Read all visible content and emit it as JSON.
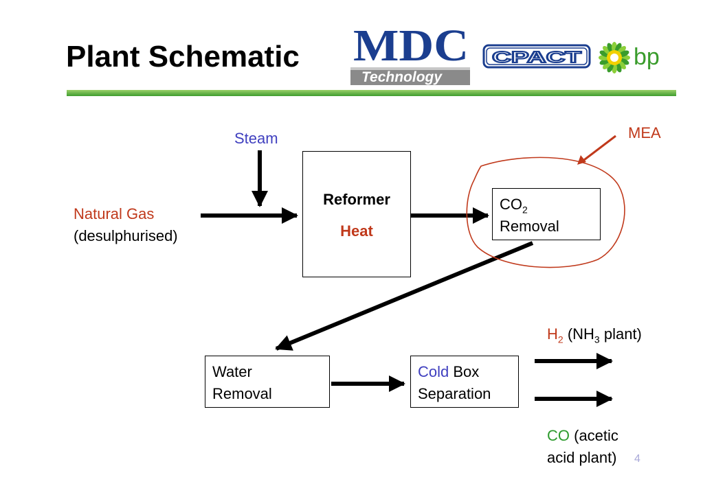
{
  "title": "Plant Schematic",
  "logos": {
    "mdc_top": "MDC",
    "mdc_bottom": "Technology",
    "cpact": "CPACT",
    "bp": "bp"
  },
  "colors": {
    "blue_label": "#3f3fbf",
    "red_label": "#c0391b",
    "green_label": "#2e9b2e",
    "mea_circle": "#c0391b",
    "logo_navy": "#1b3e8f",
    "bp_green": "#3a9c2c",
    "bp_yellow": "#f2d100"
  },
  "nodes": {
    "steam": "Steam",
    "natural_gas": "Natural Gas",
    "desulphurised": "(desulphurised)",
    "reformer": "Reformer",
    "heat": "Heat",
    "co2": "CO",
    "co2_sub": "2",
    "co2_removal": "Removal",
    "mea": "MEA",
    "water": "Water",
    "water_removal": "Removal",
    "cold": "Cold",
    "box": "Box",
    "separation": "Separation",
    "h2": "H",
    "h2_sub": "2",
    "nh3_open": "(NH",
    "nh3_sub": "3",
    "nh3_close": "plant)",
    "co": "CO",
    "acetic": "(acetic",
    "acid_plant": "acid plant)"
  },
  "page_number": "4"
}
